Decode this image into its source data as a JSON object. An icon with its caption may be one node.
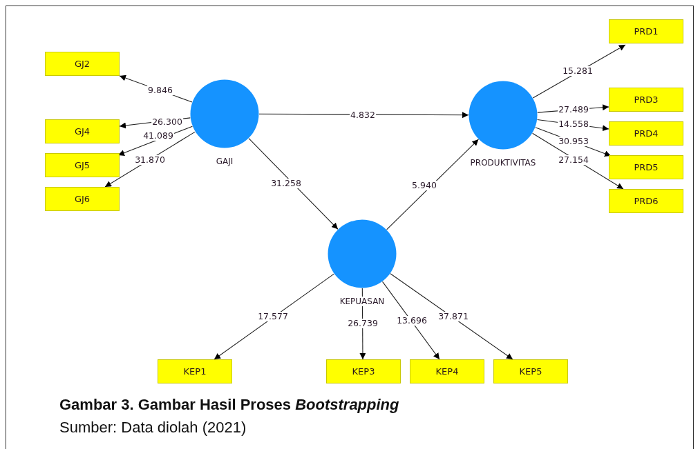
{
  "diagram": {
    "caption": "Gambar 3. Gambar Hasil Proses *Bootstrapping*",
    "nodes": [
      {
        "text": [
          "GJ2"
        ]
      },
      {
        "text": [
          "GJ4"
        ]
      },
      {
        "text": [
          "GJ5"
        ]
      },
      {
        "text": [
          "GJ6"
        ]
      },
      {
        "text": [
          "GAJI"
        ]
      },
      {
        "text": [
          "PRD1"
        ]
      },
      {
        "text": [
          "PRD3"
        ]
      },
      {
        "text": [
          "PRD4"
        ]
      },
      {
        "text": [
          "PRD5"
        ]
      },
      {
        "text": [
          "PRD6"
        ]
      },
      {
        "text": [
          "PRODUKTIVITAS"
        ]
      },
      {
        "text": [
          "KEPUASAN"
        ]
      },
      {
        "text": [
          "KEP1"
        ]
      },
      {
        "text": [
          "KEP3"
        ]
      },
      {
        "text": [
          "KEP4"
        ]
      },
      {
        "text": [
          "KEP5"
        ]
      }
    ],
    "edges": [
      {
        "from": 4,
        "to": 0,
        "arrow": "to",
        "label": "9.846"
      },
      {
        "from": 4,
        "to": 1,
        "arrow": "to",
        "label": "26.300"
      },
      {
        "from": 4,
        "to": 2,
        "arrow": "to",
        "label": "41.089"
      },
      {
        "from": 4,
        "to": 3,
        "arrow": "to",
        "label": "31.870"
      },
      {
        "from": 4,
        "to": 10,
        "arrow": "to",
        "label": "4.832"
      },
      {
        "from": 4,
        "to": 11,
        "arrow": "to",
        "label": "31.258"
      },
      {
        "from": 11,
        "to": 10,
        "arrow": "to",
        "label": "5.940"
      },
      {
        "from": 10,
        "to": 5,
        "arrow": "to",
        "label": "15.281"
      },
      {
        "from": 10,
        "to": 6,
        "arrow": "to",
        "label": "27.489"
      },
      {
        "from": 10,
        "to": 7,
        "arrow": "to",
        "label": "14.558"
      },
      {
        "from": 10,
        "to": 8,
        "arrow": "to",
        "label": "30.953"
      },
      {
        "from": 10,
        "to": 9,
        "arrow": "to",
        "label": "27.154"
      },
      {
        "from": 11,
        "to": 12,
        "arrow": "to",
        "label": "17.577"
      },
      {
        "from": 11,
        "to": 13,
        "arrow": "to",
        "label": "26.739"
      },
      {
        "from": 11,
        "to": 14,
        "arrow": "to",
        "label": "13.696"
      },
      {
        "from": 11,
        "to": 15,
        "arrow": "to",
        "label": "37.871"
      }
    ],
    "labels": [
      "Sumber: Data diolah (2021)"
    ]
  }
}
